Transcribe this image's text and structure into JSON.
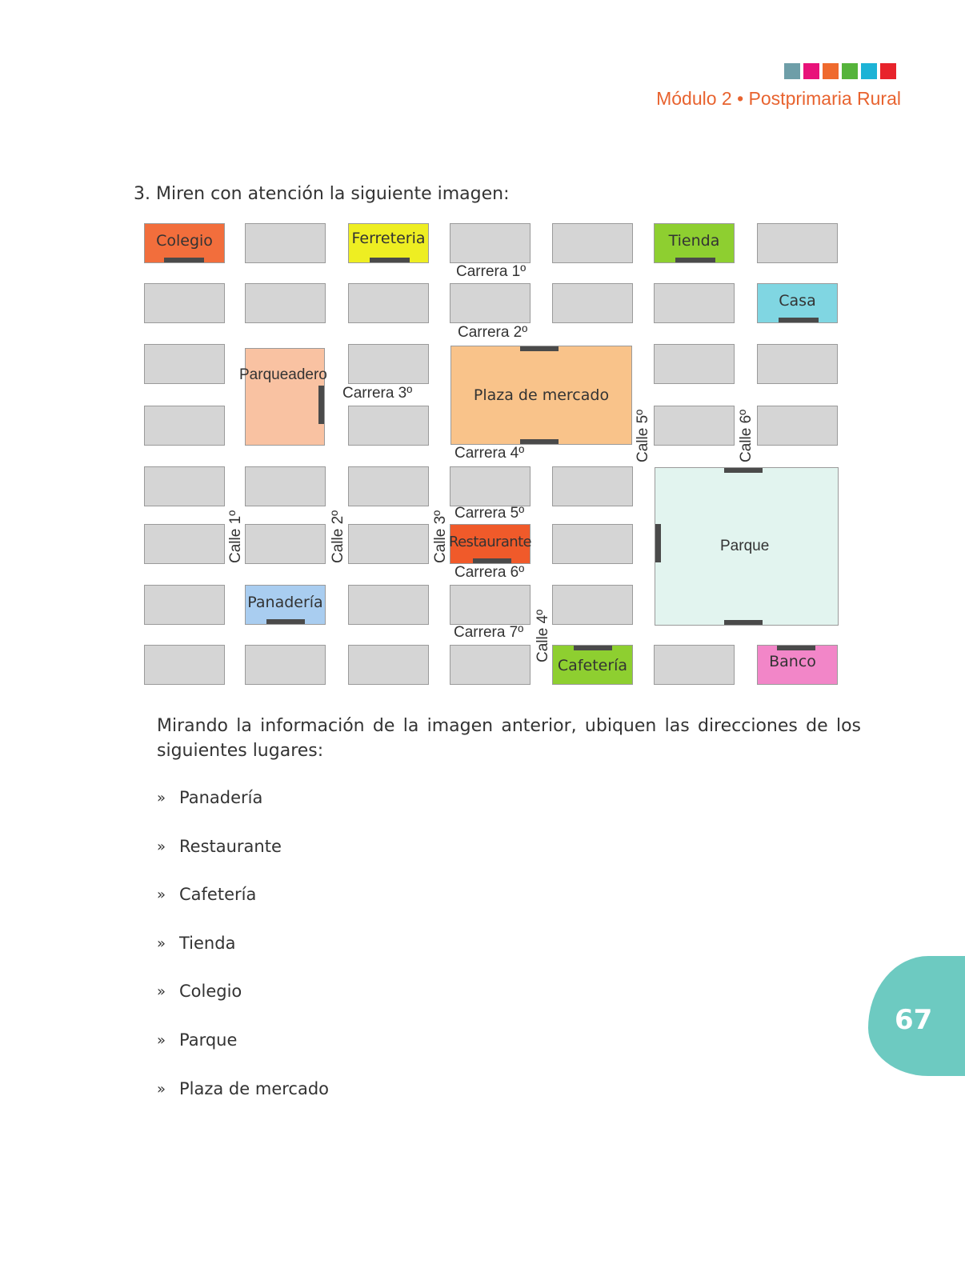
{
  "header": {
    "module_title": "Módulo 2 • Postprimaria Rural",
    "swatch_colors": [
      "#6e9ea8",
      "#e8127a",
      "#ef6a2d",
      "#55b43b",
      "#1db3d6",
      "#e8232b"
    ]
  },
  "question": "3. Miren con atención la siguiente imagen:",
  "map": {
    "places": {
      "colegio": "Colegio",
      "ferreteria": "Ferreteria",
      "tienda": "Tienda",
      "casa": "Casa",
      "parqueadero": "Parqueadero",
      "plaza": "Plaza de mercado",
      "restaurante": "Restaurante",
      "parque": "Parque",
      "panaderia": "Panadería",
      "cafeteria": "Cafetería",
      "banco": "Banco"
    },
    "carreras": {
      "c1": "Carrera 1º",
      "c2": "Carrera 2º",
      "c3": "Carrera 3º",
      "c4": "Carrera 4º",
      "c5": "Carrera 5º",
      "c6": "Carrera 6º",
      "c7": "Carrera 7º"
    },
    "calles": {
      "c1": "Calle 1º",
      "c2": "Calle 2º",
      "c3": "Calle 3º",
      "c4": "Calle 4º",
      "c5": "Calle 5º",
      "c6": "Calle 6º"
    },
    "colors": {
      "block": "#d5d5d5",
      "colegio": "#f26e3c",
      "ferreteria": "#eeee22",
      "tienda": "#8ecf30",
      "casa": "#80d6e2",
      "parqueadero": "#f9c2a2",
      "plaza": "#f9c38a",
      "restaurante": "#f05a2a",
      "parque": "#e2f4ef",
      "panaderia": "#a9cdf0",
      "cafeteria": "#8ecf30",
      "banco": "#f286c8"
    }
  },
  "instruction": "Mirando la información de la imagen anterior, ubiquen las direcciones de los siguientes lugares:",
  "list": {
    "bullet": "»",
    "items": [
      "Panadería",
      "Restaurante",
      "Cafetería",
      "Tienda",
      "Colegio",
      "Parque",
      "Plaza de mercado"
    ]
  },
  "page_number": "67"
}
